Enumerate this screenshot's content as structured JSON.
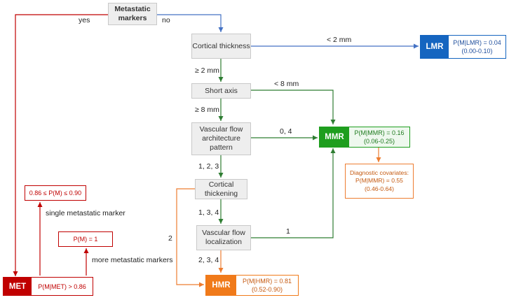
{
  "nodes": {
    "metastatic_markers": "Metastatic markers",
    "cortical_thickness": "Cortical thickness",
    "short_axis": "Short axis",
    "vascular_flow_architecture": "Vascular flow architecture pattern",
    "cortical_thickening": "Cortical thickening",
    "vascular_flow_localization": "Vascular flow localization"
  },
  "outcomes": {
    "lmr": {
      "tag": "LMR",
      "line1": "P(M|LMR) = 0.04",
      "line2": "(0.00-0.10)",
      "color": "#1565c0"
    },
    "mmr": {
      "tag": "MMR",
      "line1": "P(M|MMR) = 0.16",
      "line2": "(0.06-0.25)",
      "color": "#1e9e1e"
    },
    "hmr": {
      "tag": "HMR",
      "line1": "P(M|HMR) = 0.81",
      "line2": "(0.52-0.90)",
      "color": "#f07a1a"
    },
    "met": {
      "tag": "MET",
      "line1": "P(M|MET) > 0.86",
      "color": "#c00000"
    }
  },
  "red_boxes": {
    "range": "0.86 ≤ P(M) ≤ 0.90",
    "certain": "P(M) = 1"
  },
  "covariates": {
    "line1": "Diagnostic covariates:",
    "line2": "P(M|MMR) = 0.55",
    "line3": "(0.46-0.64)"
  },
  "edge_labels": {
    "yes": "yes",
    "no": "no",
    "lt2mm": "< 2 mm",
    "ge2mm": "≥ 2 mm",
    "lt8mm": "< 8 mm",
    "ge8mm": "≥ 8 mm",
    "arch_04": "0, 4",
    "arch_123": "1, 2, 3",
    "thick_134": "1, 3, 4",
    "thick_2": "2",
    "loc_1": "1",
    "loc_234": "2, 3, 4",
    "single_marker": "single metastatic marker",
    "more_markers": "more metastatic markers"
  },
  "colors": {
    "blue_edge": "#4472c4",
    "green_edge": "#2e7d32",
    "orange_edge": "#ed7d31",
    "red_edge": "#c00000"
  }
}
